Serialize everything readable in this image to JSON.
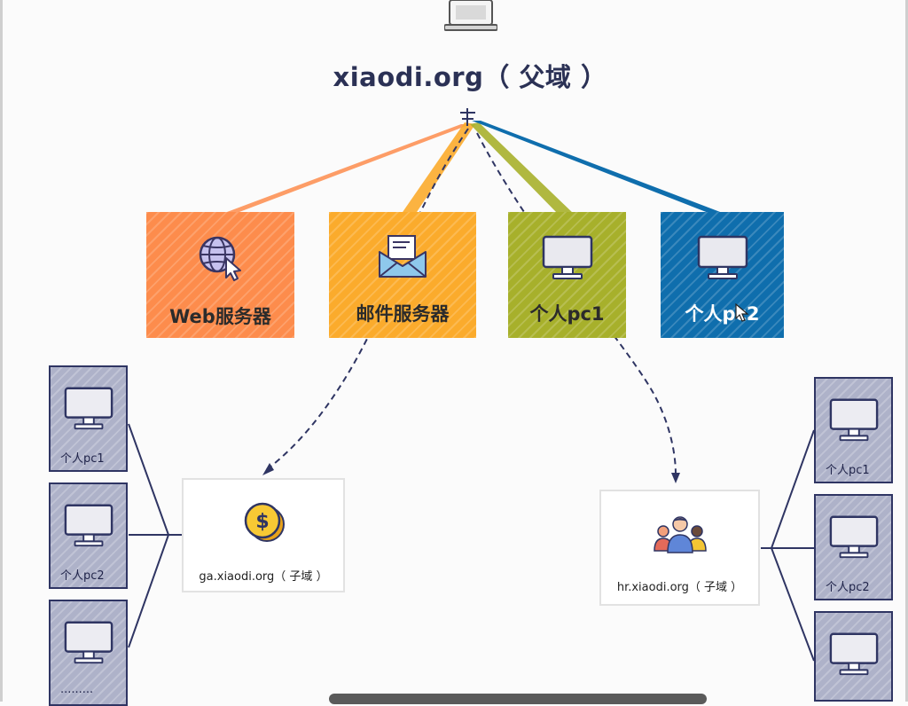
{
  "root": {
    "title": "xiaodi.org（ 父域 ）"
  },
  "top_nodes": [
    {
      "label": "Web服务器",
      "icon": "globe-cursor-icon",
      "fill": "#fd8c4c",
      "text_color": "#2b2b2b"
    },
    {
      "label": "邮件服务器",
      "icon": "envelope-icon",
      "fill": "#fbab2c",
      "text_color": "#2b2b2b"
    },
    {
      "label": "个人pc1",
      "icon": "monitor-icon",
      "fill": "#a7b02b",
      "text_color": "#2b2b2b"
    },
    {
      "label": "个人pc2",
      "icon": "monitor-icon",
      "fill": "#0f6ead",
      "text_color": "#ffffff"
    }
  ],
  "subdomains": {
    "ga": {
      "label": "ga.xiaodi.org（ 子域 ）",
      "icon": "dollar-coin-icon"
    },
    "hr": {
      "label": "hr.xiaodi.org（ 子域 ）",
      "icon": "people-group-icon"
    }
  },
  "left_pcs": [
    {
      "label": "个人pc1"
    },
    {
      "label": "个人pc2"
    },
    {
      "label": "........."
    }
  ],
  "right_pcs": [
    {
      "label": "个人pc1"
    },
    {
      "label": "个人pc2"
    },
    {
      "label": ""
    }
  ],
  "colors": {
    "navy": "#2f3563",
    "orange": "#fd8c4c",
    "yellow": "#fbab2c",
    "olive": "#a7b02b",
    "blue": "#0f6ead"
  }
}
